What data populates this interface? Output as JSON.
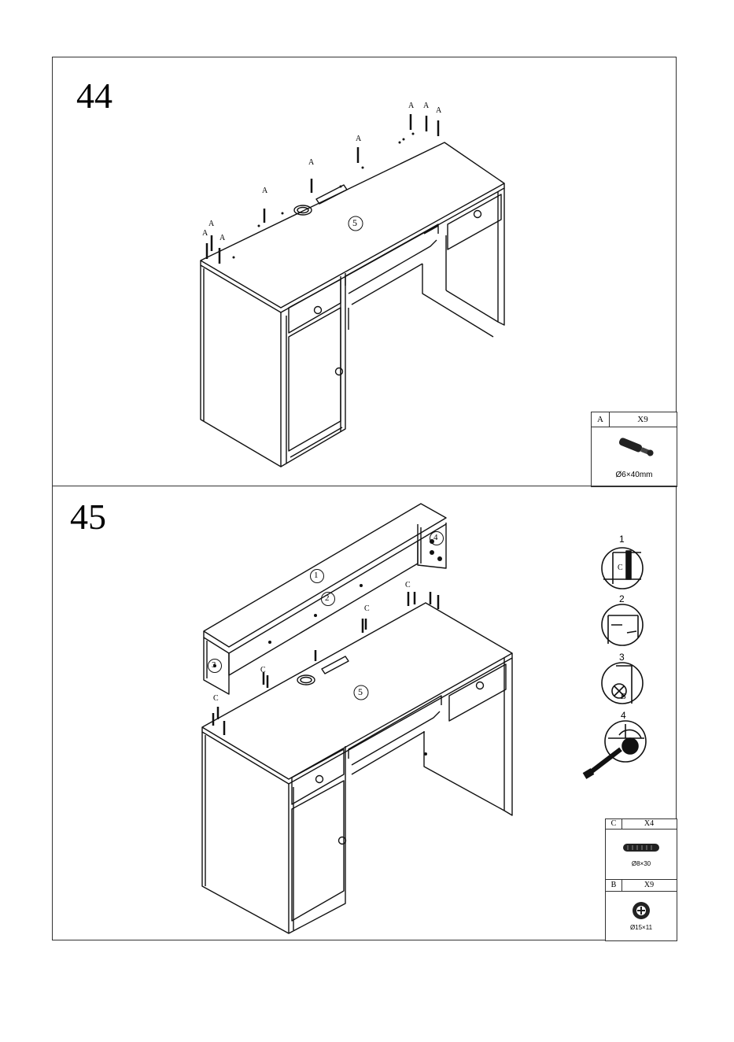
{
  "steps": [
    {
      "number": "44",
      "part_circle": "5",
      "letter_label": "A",
      "hardware": [
        {
          "code": "A",
          "qty": "X9",
          "dim": "Ø6×40mm",
          "icon": "dowel-icon"
        }
      ]
    },
    {
      "number": "45",
      "parts": [
        "1",
        "2",
        "3",
        "4",
        "5"
      ],
      "letter_c": "C",
      "letter_b": "B",
      "substeps": [
        "1",
        "2",
        "3",
        "4"
      ],
      "hardware": [
        {
          "code": "C",
          "qty": "X4",
          "dim": "Ø8×30",
          "icon": "wood-dowel-icon"
        },
        {
          "code": "B",
          "qty": "X9",
          "dim": "Ø15×11",
          "icon": "cam-lock-icon"
        }
      ]
    }
  ]
}
